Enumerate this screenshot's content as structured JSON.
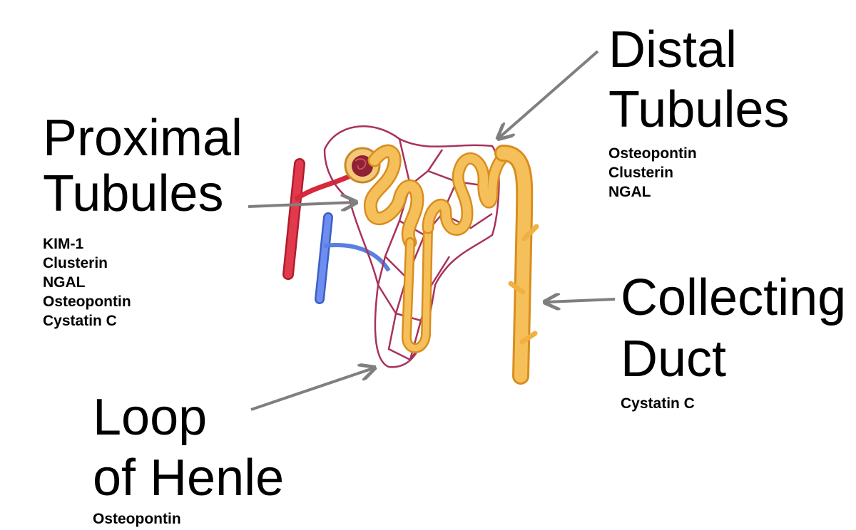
{
  "regions": [
    {
      "id": "proximal",
      "title": [
        "Proximal",
        "Tubules"
      ],
      "markers": [
        "KIM-1",
        "Clusterin",
        "NGAL",
        "Osteopontin",
        "Cystatin C"
      ]
    },
    {
      "id": "distal",
      "title": [
        "Distal",
        "Tubules"
      ],
      "markers": [
        "Osteopontin",
        "Clusterin",
        "NGAL"
      ]
    },
    {
      "id": "collecting",
      "title": [
        "Collecting",
        "Duct"
      ],
      "markers": [
        "Cystatin C"
      ]
    },
    {
      "id": "loop",
      "title": [
        "Loop",
        "of Henle"
      ],
      "markers": [
        "Osteopontin"
      ]
    }
  ],
  "colors": {
    "arrow": "#7f7f7f",
    "tubule": "#f2b347",
    "tubule_edge": "#d98d1f",
    "artery": "#d8283c",
    "vein": "#5b7fe0",
    "capillary": "#a8325a"
  }
}
